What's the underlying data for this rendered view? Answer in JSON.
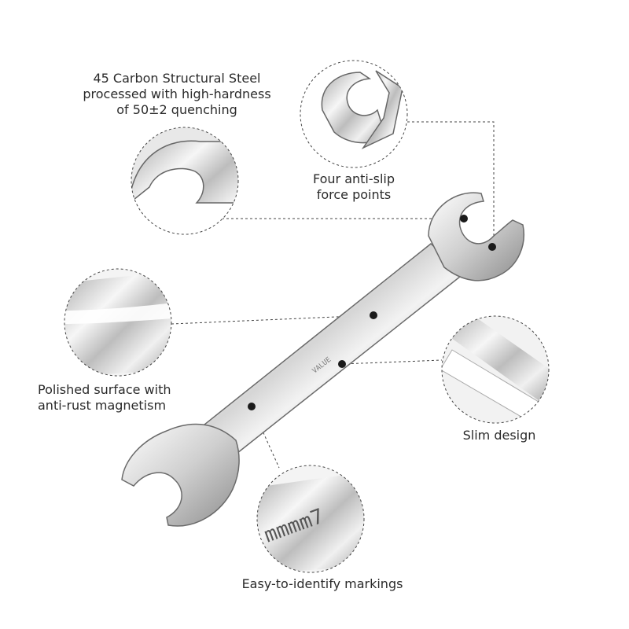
{
  "callouts": {
    "steel": {
      "lines": [
        "45 Carbon Structural Steel",
        "processed with high-hardness",
        "of  50±2 quenching"
      ]
    },
    "anti_slip": {
      "lines": [
        "Four anti-slip",
        "force points"
      ]
    },
    "polished": {
      "lines": [
        "Polished surface with",
        "anti-rust magnetism"
      ]
    },
    "slim": {
      "lines": [
        "Slim design"
      ]
    },
    "markings": {
      "lines": [
        "Easy-to-identify markings"
      ]
    }
  },
  "colors": {
    "steel_light": "#f4f4f4",
    "steel_mid": "#c9c9c9",
    "steel_dark": "#8e8e8e",
    "outline": "#5a5a5a",
    "dot": "#1a1a1a",
    "leader": "#444444"
  }
}
